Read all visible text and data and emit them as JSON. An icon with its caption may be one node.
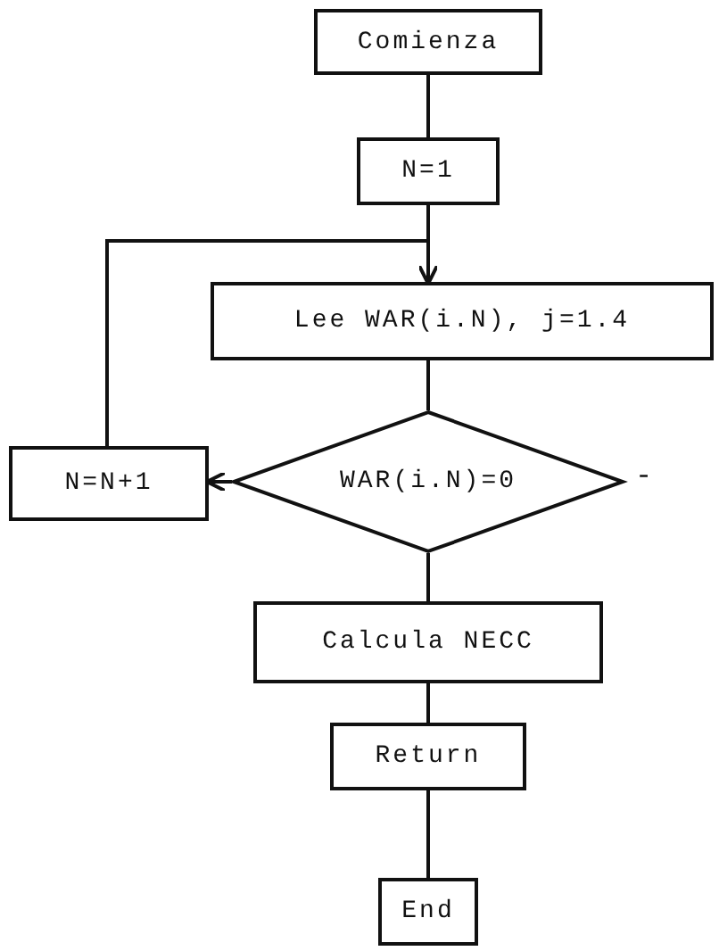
{
  "diagram": {
    "nodes": [
      {
        "text": [
          "Comienza"
        ]
      },
      {
        "text": [
          "N=1"
        ]
      },
      {
        "text": [
          "Lee WAR(i.N), j=1.4"
        ]
      },
      {
        "text": [
          "WAR(i.N)=0"
        ]
      },
      {
        "text": [
          "N=N+1"
        ]
      },
      {
        "text": [
          "Calcula NECC"
        ]
      },
      {
        "text": [
          "Return"
        ]
      },
      {
        "text": [
          "End"
        ]
      }
    ],
    "edges": [
      {
        "from": 0,
        "to": 1,
        "arrow": "none"
      },
      {
        "from": 1,
        "to": 2,
        "arrow": "none"
      },
      {
        "from": 2,
        "to": 3,
        "arrow": "none"
      },
      {
        "from": 3,
        "to": 4,
        "arrow": "to"
      },
      {
        "from": 4,
        "to": 2,
        "arrow": "to"
      },
      {
        "from": 3,
        "to": 5,
        "arrow": "none"
      },
      {
        "from": 5,
        "to": 6,
        "arrow": "none"
      },
      {
        "from": 6,
        "to": 7,
        "arrow": "none"
      }
    ],
    "labels": [
      "-"
    ]
  }
}
